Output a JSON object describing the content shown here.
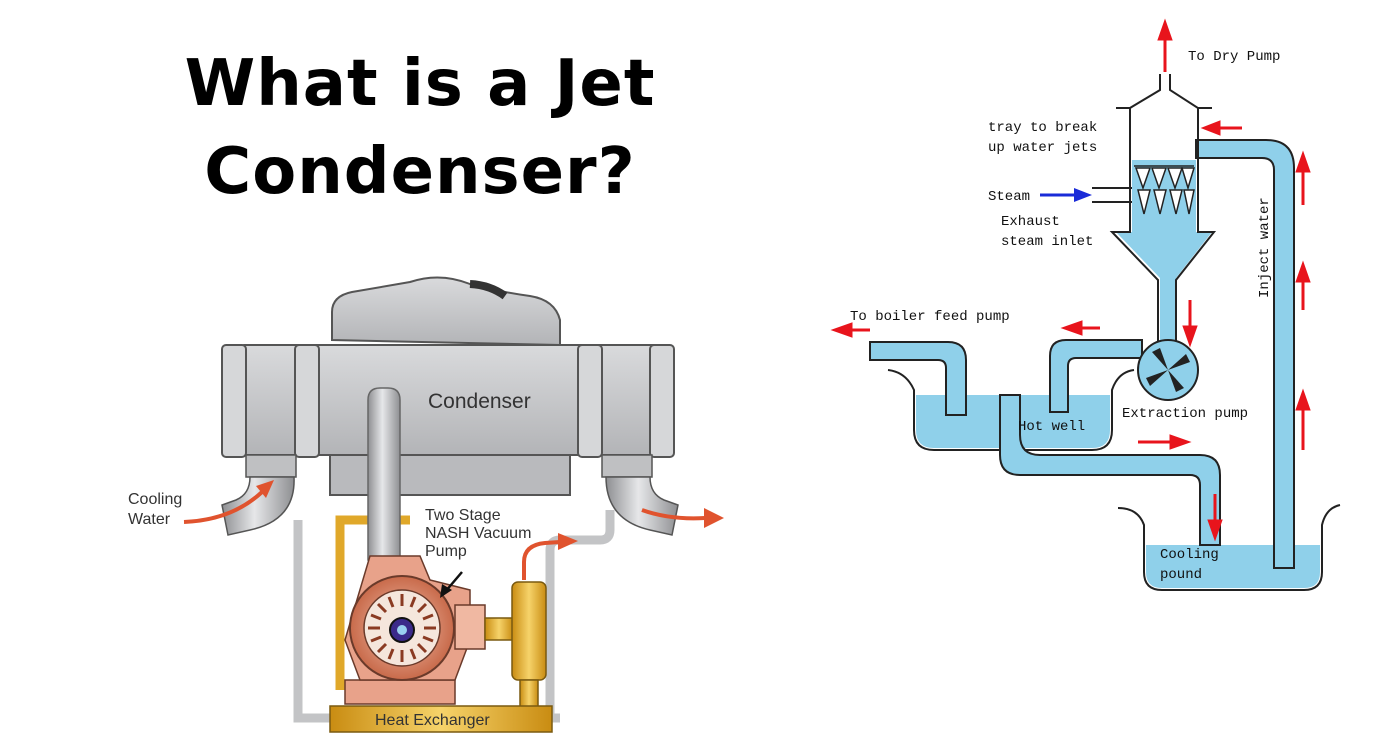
{
  "title": {
    "line1": "What is a Jet",
    "line2": "Condenser?"
  },
  "left_diagram": {
    "condenser_label": "Condenser",
    "cooling_water_line1": "Cooling",
    "cooling_water_line2": "Water",
    "pump_line1": "Two Stage",
    "pump_line2": "NASH Vacuum",
    "pump_line3": "Pump",
    "heat_exchanger_label": "Heat Exchanger"
  },
  "right_diagram": {
    "to_dry_pump": "To Dry Pump",
    "tray_line1": "tray to break",
    "tray_line2": "up water jets",
    "steam": "Steam",
    "exhaust_line1": "Exhaust",
    "exhaust_line2": "steam inlet",
    "to_boiler": "To boiler feed pump",
    "hot_well": "Hot well",
    "extraction_pump": "Extraction pump",
    "inject_water": "Inject water",
    "cooling_line1": "Cooling",
    "cooling_line2": "pound"
  },
  "colors": {
    "water": "#8fd0ea",
    "arrow_red": "#e8141c",
    "arrow_blue": "#1a2bd8",
    "pump_copper": "#e8a28a",
    "exchanger_gold": "#e8b230",
    "condenser_gray": "#c8c9cb"
  }
}
